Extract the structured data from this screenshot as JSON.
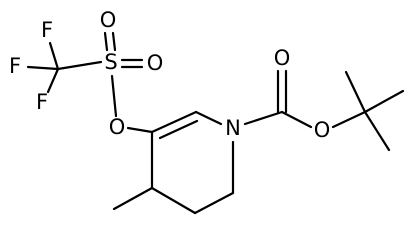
{
  "molecule": {
    "atoms": {
      "f_top": "F",
      "f_left": "F",
      "f_bottom": "F",
      "sulfur": "S",
      "o_sulfonyl_top": "O",
      "o_sulfonyl_right": "O",
      "o_triflate": "O",
      "nitrogen": "N",
      "o_carbonyl": "O",
      "o_ester": "O"
    }
  }
}
